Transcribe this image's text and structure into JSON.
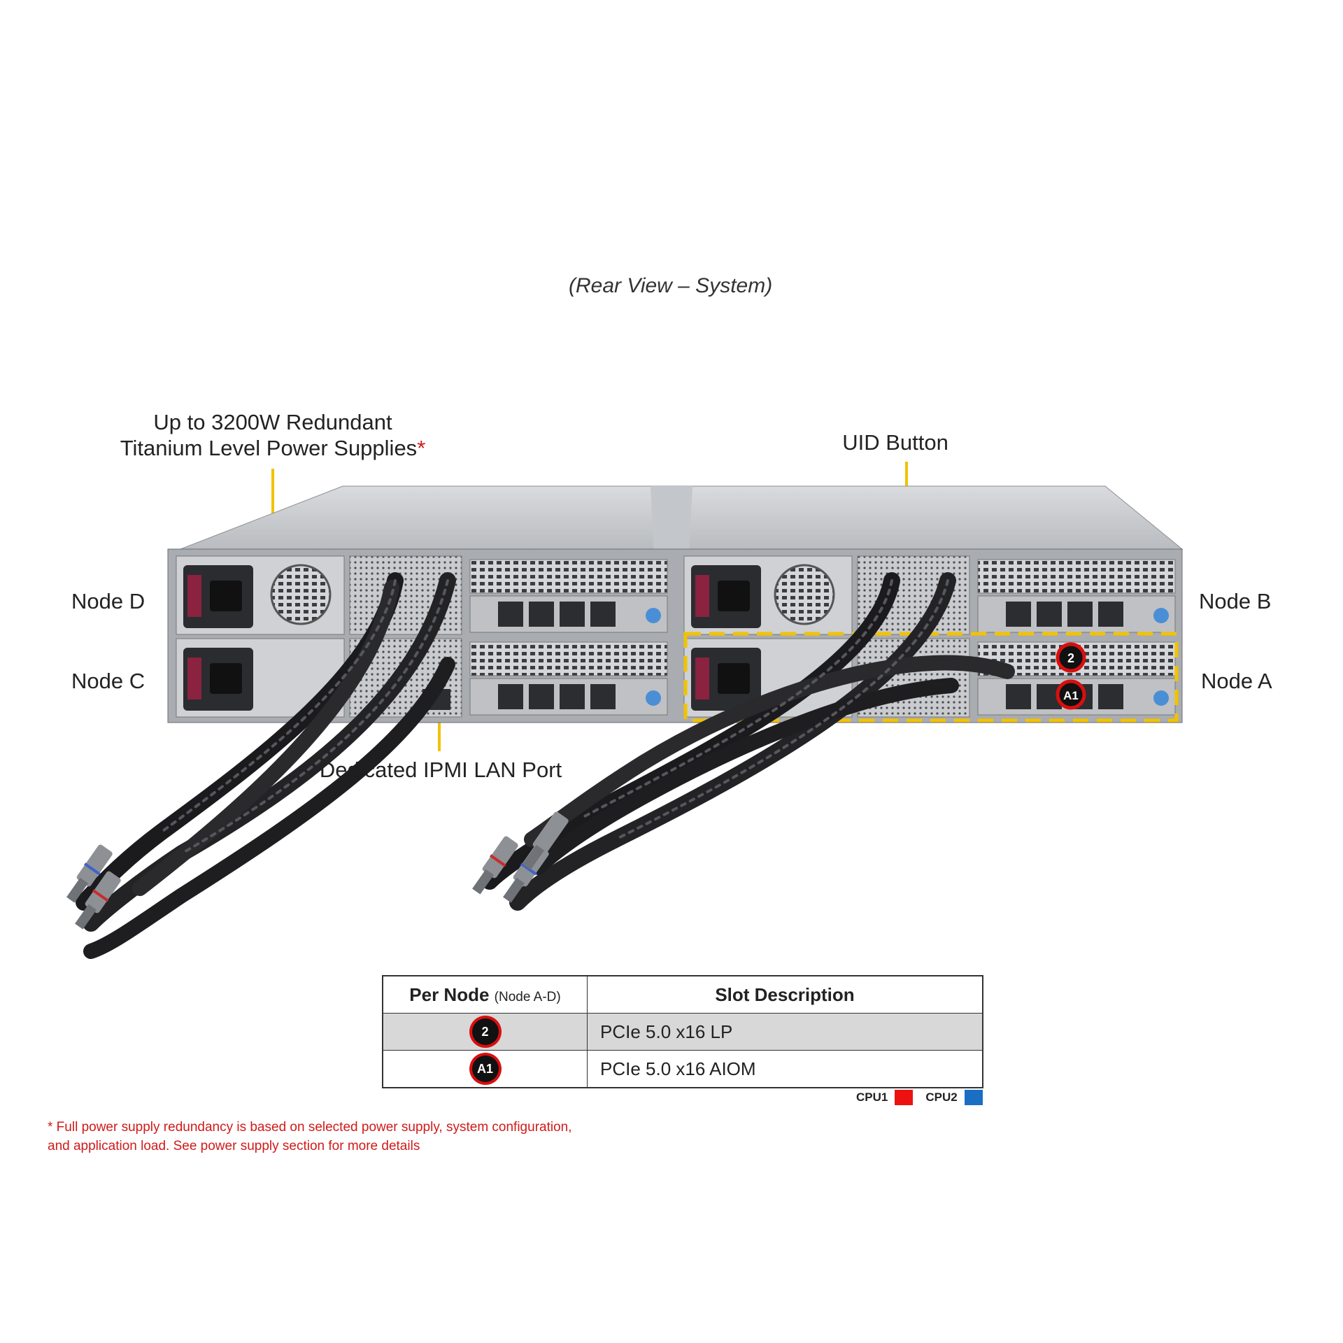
{
  "caption": "(Rear View – System)",
  "callouts": {
    "psu_line1": "Up to 3200W Redundant",
    "psu_line2": "Titanium Level Power Supplies",
    "psu_asterisk": "*",
    "uid": "UID Button",
    "ipmi": "Dedicated IPMI LAN Port"
  },
  "nodes": {
    "d": "Node D",
    "c": "Node C",
    "b": "Node B",
    "a": "Node A"
  },
  "badges": {
    "slot2": "2",
    "slotA1": "A1"
  },
  "table": {
    "header_per": "Per Node",
    "header_per_sub": "(Node A-D)",
    "header_desc": "Slot Description",
    "rows": [
      {
        "badge": "2",
        "desc": "PCIe 5.0 x16 LP"
      },
      {
        "badge": "A1",
        "desc": "PCIe 5.0 x16 AIOM"
      }
    ]
  },
  "cpu_legend": {
    "cpu1": "CPU1",
    "cpu2": "CPU2",
    "cpu1_color": "#ee1111",
    "cpu2_color": "#1b6fc2"
  },
  "footnote": {
    "line1": "* Full power supply redundancy is based on selected power supply, system configuration,",
    "line2": "and application load. See power supply section for more details"
  },
  "colors": {
    "leader": "#f2c200",
    "highlight_box": "#f2c200",
    "badge_ring": "#d80f0f"
  }
}
